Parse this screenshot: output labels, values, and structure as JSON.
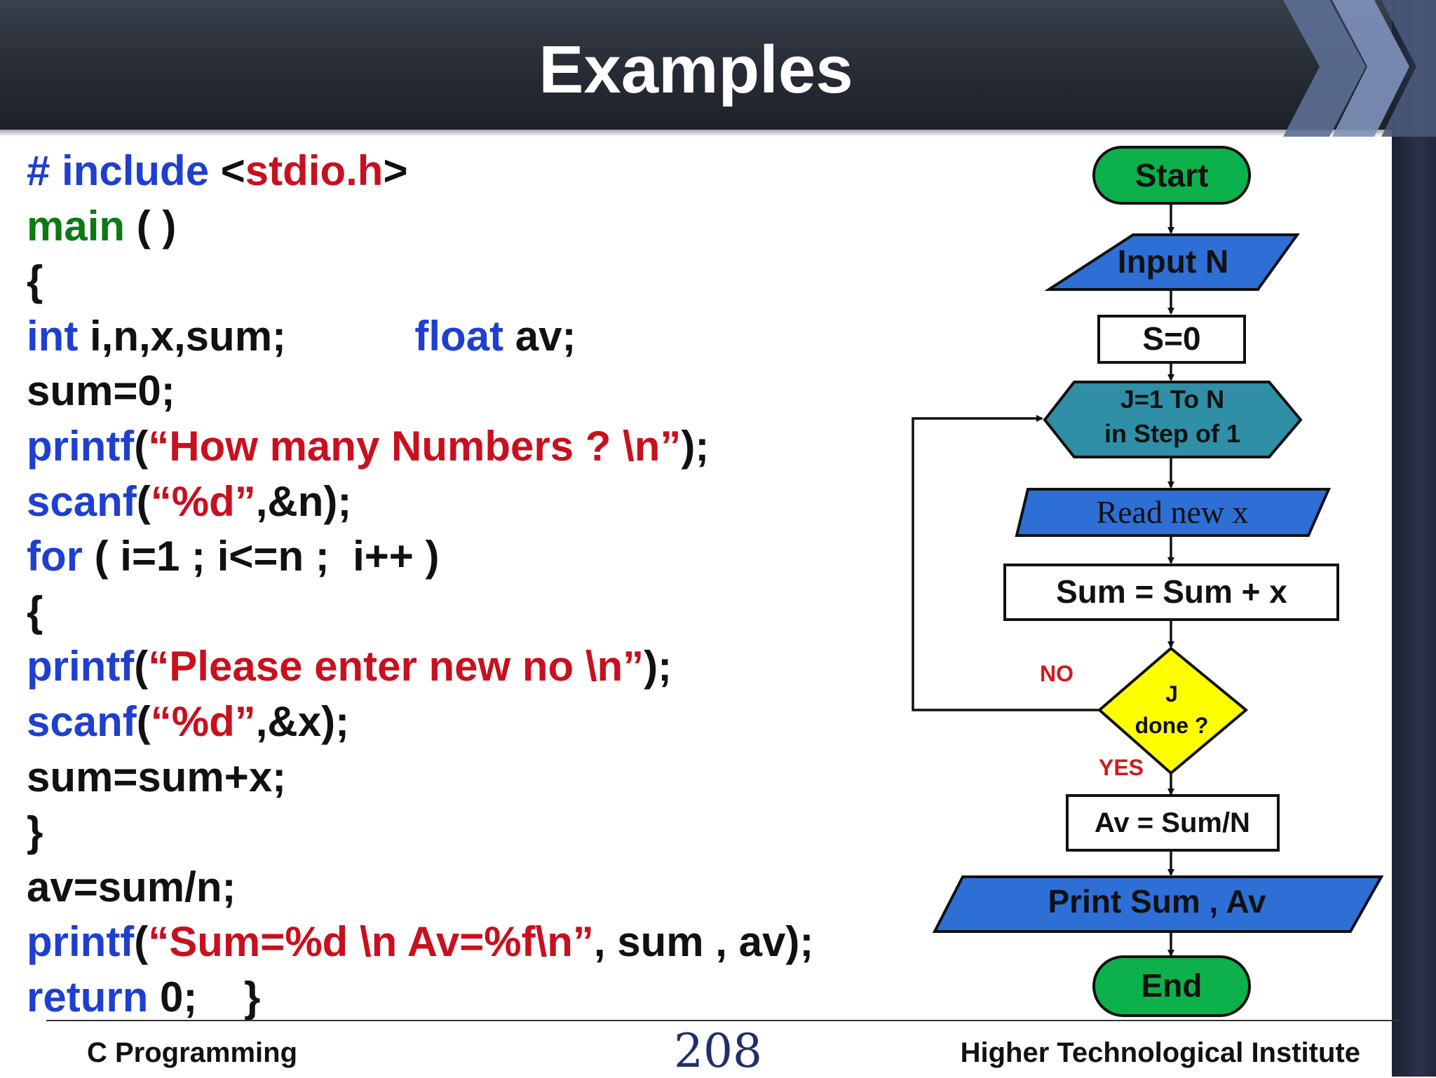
{
  "slide": {
    "title": "Examples"
  },
  "code": [
    [
      {
        "t": "# include ",
        "c": "blue"
      },
      {
        "t": "<",
        "c": "black"
      },
      {
        "t": "stdio.h",
        "c": "red"
      },
      {
        "t": ">",
        "c": "black"
      }
    ],
    [
      {
        "t": "main",
        "c": "green"
      },
      {
        "t": " ( )",
        "c": "black"
      }
    ],
    [
      {
        "t": "{",
        "c": "black"
      }
    ],
    [
      {
        "t": "int",
        "c": "blue"
      },
      {
        "t": " i,n,x,sum;           ",
        "c": "black"
      },
      {
        "t": "float",
        "c": "blue"
      },
      {
        "t": " av;",
        "c": "black"
      }
    ],
    [
      {
        "t": "sum=0;",
        "c": "black"
      }
    ],
    [
      {
        "t": "printf",
        "c": "blue"
      },
      {
        "t": "(",
        "c": "black"
      },
      {
        "t": "“How many Numbers ? \\n”",
        "c": "red"
      },
      {
        "t": ");",
        "c": "black"
      }
    ],
    [
      {
        "t": "scanf",
        "c": "blue"
      },
      {
        "t": "(",
        "c": "black"
      },
      {
        "t": "“%d”",
        "c": "red"
      },
      {
        "t": ",&n);",
        "c": "black"
      }
    ],
    [
      {
        "t": "for",
        "c": "blue"
      },
      {
        "t": " ( i=1 ; i<=n ;  i++ )",
        "c": "black"
      }
    ],
    [
      {
        "t": "{",
        "c": "black"
      }
    ],
    [
      {
        "t": "printf",
        "c": "blue"
      },
      {
        "t": "(",
        "c": "black"
      },
      {
        "t": "“Please enter new no \\n”",
        "c": "red"
      },
      {
        "t": ");",
        "c": "black"
      }
    ],
    [
      {
        "t": "scanf",
        "c": "blue"
      },
      {
        "t": "(",
        "c": "black"
      },
      {
        "t": "“%d”",
        "c": "red"
      },
      {
        "t": ",&x);",
        "c": "black"
      }
    ],
    [
      {
        "t": "sum=sum+x;",
        "c": "black"
      }
    ],
    [
      {
        "t": "}",
        "c": "black"
      }
    ],
    [
      {
        "t": "av=sum/n;",
        "c": "black"
      }
    ],
    [
      {
        "t": "printf",
        "c": "blue"
      },
      {
        "t": "(",
        "c": "black"
      },
      {
        "t": "“Sum=%d \\n Av=%f\\n”",
        "c": "red"
      },
      {
        "t": ", sum , av);",
        "c": "black"
      }
    ],
    [
      {
        "t": "return",
        "c": "blue"
      },
      {
        "t": " 0;    }",
        "c": "black"
      }
    ]
  ],
  "flowchart": {
    "start": "Start",
    "input": "Input N",
    "init": "S=0",
    "loop_line1": "J=1 To N",
    "loop_line2": "in Step of 1",
    "read": "Read new x",
    "sum": "Sum = Sum + x",
    "decision_line1": "J",
    "decision_line2": "done ?",
    "no_label": "NO",
    "yes_label": "YES",
    "average": "Av = Sum/N",
    "print": "Print Sum , Av",
    "end": "End"
  },
  "footer": {
    "left": "C Programming",
    "page": "208",
    "right": "Higher Technological Institute"
  },
  "colors": {
    "terminal": "#0db14b",
    "io": "#2e6fd6",
    "loop": "#2f8fa6",
    "decision": "#ffff00",
    "no_yes_label": "#d01a1a",
    "code_keyword": "#1f3fd0",
    "code_string": "#c8101e",
    "code_main": "#0b7a12"
  }
}
